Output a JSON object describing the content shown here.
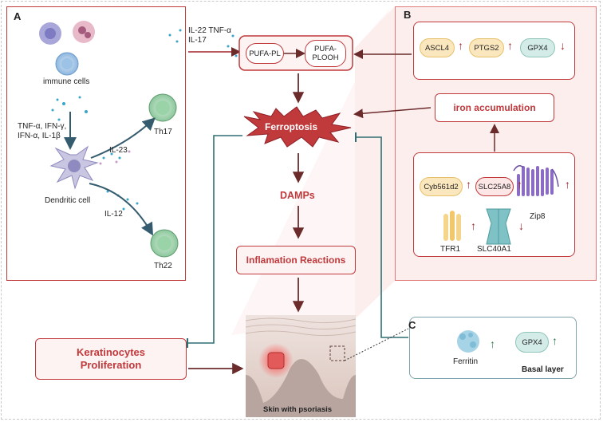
{
  "panel_a": {
    "label": "A",
    "immune_cells": "immune cells",
    "cytokines": [
      "TNF-α, IFN-γ,",
      "IFN-α, IL-1β"
    ],
    "dendritic_cell": "Dendritic cell",
    "il23": "IL-23",
    "il12": "IL-12",
    "th17": "Th17",
    "th22": "Th22"
  },
  "center": {
    "cytokines_top": [
      "IL-22 TNF-α",
      "IL-17"
    ],
    "pufa_pl": "PUFA-PL",
    "pufa_plooh": "PUFA-\nPLOOH",
    "ferroptosis": "Ferroptosis",
    "damps": "DAMPs",
    "inflammation": "Inflamation Reactions",
    "keratinocytes": "Keratinocytes\nProliferation",
    "skin": "Skin with psoriasis"
  },
  "panel_b": {
    "label": "B",
    "genes_top": [
      "ASCL4",
      "PTGS2",
      "GPX4"
    ],
    "iron_accumulation": "iron accumulation",
    "cyb561d2": "Cyb561d2",
    "slc25a8": "SLC25A8",
    "zip8": "Zip8",
    "tfr1": "TFR1",
    "slc40a1": "SLC40A1"
  },
  "panel_c": {
    "label": "C",
    "ferritin": "Ferritin",
    "gpx4": "GPX4",
    "basal_layer": "Basal layer"
  },
  "colors": {
    "accent_red": "#c0393b",
    "dark_arrow": "#6b2b2b",
    "teal": "#2f6f73",
    "green": "#2c7a4b"
  }
}
